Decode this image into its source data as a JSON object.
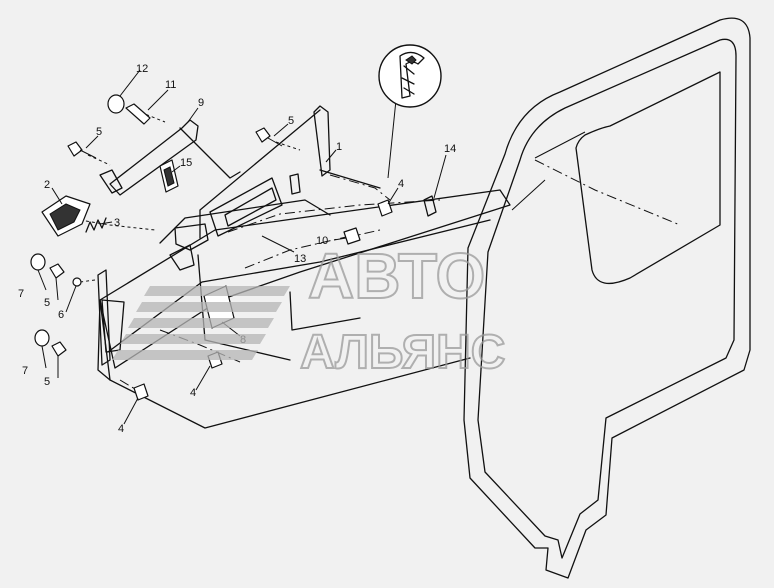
{
  "callouts": [
    {
      "id": "c12",
      "text": "12"
    },
    {
      "id": "c11",
      "text": "11"
    },
    {
      "id": "c9",
      "text": "9"
    },
    {
      "id": "c5a",
      "text": "5"
    },
    {
      "id": "c5b",
      "text": "5"
    },
    {
      "id": "c1",
      "text": "1"
    },
    {
      "id": "c15",
      "text": "15"
    },
    {
      "id": "c14",
      "text": "14"
    },
    {
      "id": "c2",
      "text": "2"
    },
    {
      "id": "c4a",
      "text": "4"
    },
    {
      "id": "c3",
      "text": "3"
    },
    {
      "id": "c10",
      "text": "10"
    },
    {
      "id": "c13",
      "text": "13"
    },
    {
      "id": "c7a",
      "text": "7"
    },
    {
      "id": "c5c",
      "text": "5"
    },
    {
      "id": "c6",
      "text": "6"
    },
    {
      "id": "c8",
      "text": "8"
    },
    {
      "id": "c7b",
      "text": "7"
    },
    {
      "id": "c5d",
      "text": "5"
    },
    {
      "id": "c4b",
      "text": "4"
    },
    {
      "id": "c4c",
      "text": "4"
    }
  ],
  "watermark": {
    "line1": "АВТО",
    "line2": "АЛЬЯНС"
  }
}
